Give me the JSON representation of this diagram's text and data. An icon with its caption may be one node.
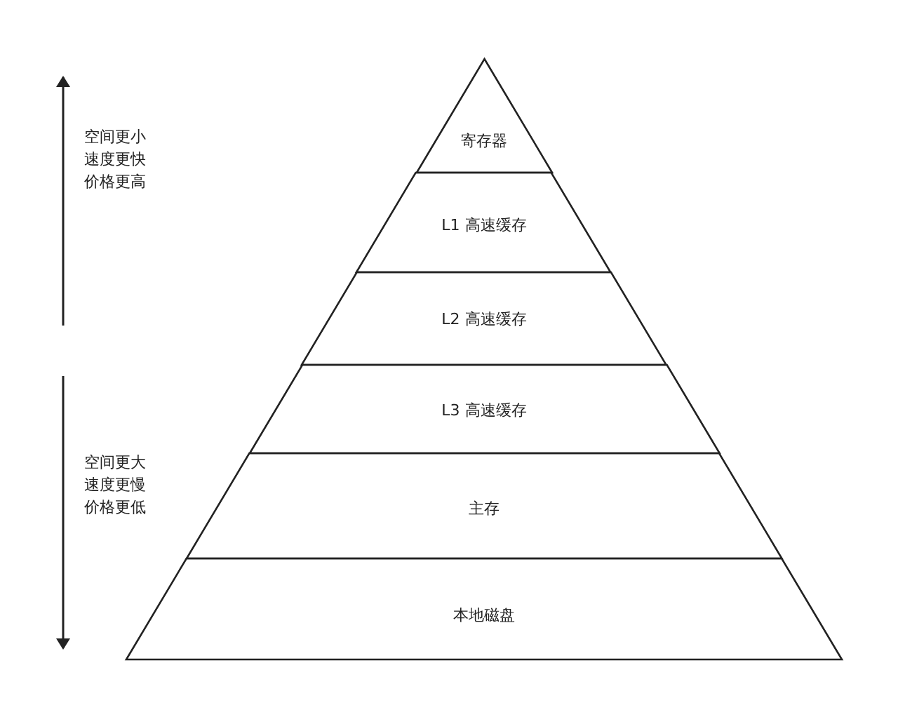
{
  "diagram": {
    "nodes": [
      {
        "text": [
          "寄存器"
        ]
      },
      {
        "text": [
          "L1 高速缓存"
        ]
      },
      {
        "text": [
          "L2 高速缓存"
        ]
      },
      {
        "text": [
          "L3 高速缓存"
        ]
      },
      {
        "text": [
          "主存"
        ]
      },
      {
        "text": [
          "本地磁盘"
        ]
      }
    ],
    "labels": [
      "空间更小",
      "速度更快",
      "价格更高",
      "空间更大",
      "速度更慢",
      "价格更低"
    ]
  }
}
